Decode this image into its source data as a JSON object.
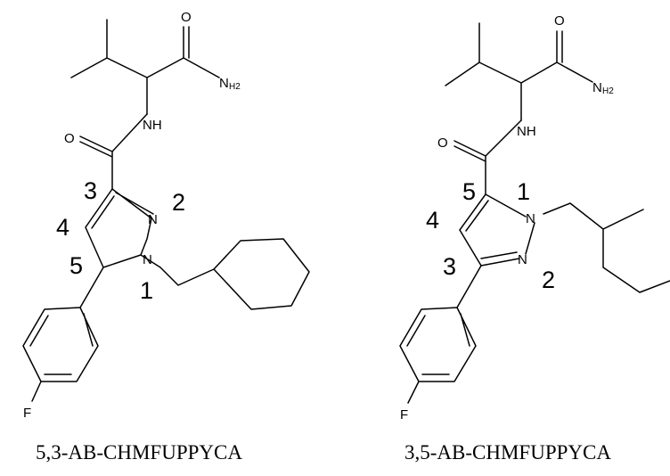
{
  "structures": [
    {
      "id": "left",
      "caption": "5,3-AB-CHMFUPPYCA",
      "atoms": {
        "O": "O",
        "N": "N",
        "H2": "H2",
        "NH": "NH",
        "N_ring_a": "N",
        "N_ring_b": "N",
        "F": "F"
      },
      "ring_numbers": [
        "1",
        "2",
        "3",
        "4",
        "5"
      ]
    },
    {
      "id": "right",
      "caption": "3,5-AB-CHMFUPPYCA",
      "atoms": {
        "O": "O",
        "N": "N",
        "H2": "H2",
        "NH": "NH",
        "N_ring_a": "N",
        "N_ring_b": "N",
        "F": "F"
      },
      "ring_numbers": [
        "1",
        "2",
        "3",
        "4",
        "5"
      ]
    }
  ]
}
